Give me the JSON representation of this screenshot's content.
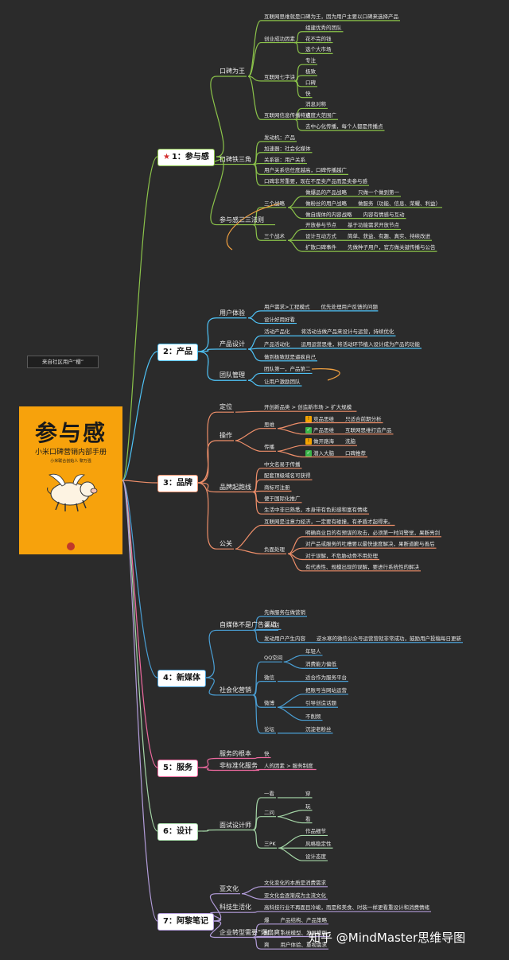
{
  "note": "来自社区用户“樱”",
  "book": {
    "title": "参与感",
    "subtitle": "小米口碑营销内部手册",
    "author": "小米联合创始人 黎万强"
  },
  "watermark": "知乎 @MindMaster思维导图",
  "colors": {
    "c1": "#8bc34a",
    "c2": "#4fc3f7",
    "c3": "#ef8f6a",
    "c4": "#4a9fd5",
    "c5": "#ef6aa0",
    "c6": "#a5d6a7",
    "c7": "#b39ddb",
    "trunk": "#9b7fc9"
  },
  "branches": [
    {
      "label": "1：参与感",
      "starred": true,
      "color_key": "c1",
      "children": [
        {
          "label": "口碑为王",
          "children": [
            {
              "label": "互联网思维就是口碑为王，因为用户主要以口碑来选择产品"
            },
            {
              "label": "创业成功因素",
              "children": [
                {
                  "label": "组建优秀的团队"
                },
                {
                  "label": "花不完的钱"
                },
                {
                  "label": "选个大市场"
                }
              ]
            },
            {
              "label": "互联网七字诀",
              "children": [
                {
                  "label": "专注"
                },
                {
                  "label": "极致"
                },
                {
                  "label": "口碑"
                },
                {
                  "label": "快"
                }
              ]
            },
            {
              "label": "互联网信息传播特点",
              "children": [
                {
                  "label": "消息对称"
                },
                {
                  "label": "速度大范围广"
                },
                {
                  "label": "去中心化传播，每个人都是传播点"
                }
              ]
            }
          ]
        },
        {
          "label": "口碑铁三角",
          "children": [
            {
              "label": "发动机：产品"
            },
            {
              "label": "加速器：社会化媒体"
            },
            {
              "label": "关系链：用户关系"
            },
            {
              "label": "用户关系信任度越高，口碑传播越广"
            },
            {
              "label": "口碑非常重要，现在不是卖产品而是卖参与感"
            }
          ]
        },
        {
          "label": "参与感三三法则",
          "starred": true,
          "children": [
            {
              "label": "三个战略",
              "children": [
                {
                  "label": "做爆品的产品战略",
                  "extra": "只做一个做到第一"
                },
                {
                  "label": "做粉丝的用户战略",
                  "extra": "做服务（功能、信息、荣耀、利益）"
                },
                {
                  "label": "做自媒体的内容战略",
                  "extra": "内容有情感与互动"
                }
              ]
            },
            {
              "label": "三个战术",
              "children": [
                {
                  "label": "开放参与节点",
                  "extra": "基于功能需求开放节点"
                },
                {
                  "label": "设计互动方式",
                  "extra": "简单、获益、有趣、真实、持续改进"
                },
                {
                  "label": "扩散口碑事件",
                  "extra": "先做种子用户，官方做关键传播与公告"
                }
              ]
            }
          ]
        }
      ]
    },
    {
      "label": "2：产品",
      "color_key": "c2",
      "children": [
        {
          "label": "用户体验",
          "children": [
            {
              "label": "用户需求>工程模式",
              "extra": "优先处理用户反馈的问题"
            },
            {
              "label": "设计好用好看"
            }
          ]
        },
        {
          "label": "产品设计",
          "children": [
            {
              "label": "活动产品化",
              "extra": "将活动当做产品来设计与运营，持续优化"
            },
            {
              "label": "产品活动化",
              "extra": "运用运营思维，将活动环节植入设计成为产品的功能"
            },
            {
              "label": "做到极致就是逼疯自己"
            }
          ]
        },
        {
          "label": "团队管理",
          "children": [
            {
              "label": "团队第一，产品第二"
            },
            {
              "label": "让用户激励团队"
            }
          ]
        }
      ]
    },
    {
      "label": "3：品牌",
      "color_key": "c3",
      "children": [
        {
          "label": "定位",
          "children": [
            {
              "label": "开创新品类 > 创造新市场 > 扩大规模"
            }
          ]
        },
        {
          "label": "操作",
          "children": [
            {
              "label": "思维",
              "children": [
                {
                  "label": "竞品思维",
                  "icon": "warning-icon",
                  "extra": "只适合前期分析"
                },
                {
                  "label": "产品思维",
                  "icon": "check-icon",
                  "extra": "互联网思维打造产品"
                }
              ]
            },
            {
              "label": "传播",
              "children": [
                {
                  "label": "做开路海",
                  "icon": "warning-icon",
                  "extra": "洗脑"
                },
                {
                  "label": "潜入大脑",
                  "icon": "check-icon",
                  "extra": "口碑推荐"
                }
              ]
            }
          ]
        },
        {
          "label": "品牌起跑线",
          "children": [
            {
              "label": "中文名易于传播"
            },
            {
              "label": "配套顶级域名可获得"
            },
            {
              "label": "商标可注册"
            },
            {
              "label": "便于国际化推广"
            },
            {
              "label": "生活中非已熟悉，本身带有色彩感和富有情绪"
            }
          ]
        },
        {
          "label": "公关",
          "children": [
            {
              "label": "互联网是注意力经济，一定要有碰撞，有矛盾才起得来。"
            },
            {
              "label": "负面处理",
              "children": [
                {
                  "label": "明确商业目的有预谋的攻击，必须第一时间警觉，果断亮剑"
                },
                {
                  "label": "对产品或服务的吐槽要以最快速度解决，果断道歉与善后"
                },
                {
                  "label": "对于误解，不危胁动骨不用处理"
                },
                {
                  "label": "有代表性、规模出现的误解，要进行系统性的解决"
                }
              ]
            }
          ]
        }
      ]
    },
    {
      "label": "4：新媒体",
      "color_key": "c4",
      "children": [
        {
          "label": "自媒体不是广告渠道",
          "children": [
            {
              "label": "先做服务在做营销"
            },
            {
              "label": "讲人话"
            },
            {
              "label": "发动用户产生内容",
              "extra": "逆水寒的微信公众号运营营就非常成功，鼓励用户投稿每日更新"
            }
          ]
        },
        {
          "label": "社会化营销",
          "children": [
            {
              "label": "QQ空间",
              "children": [
                {
                  "label": "年轻人"
                },
                {
                  "label": "消费能力偏低"
                }
              ]
            },
            {
              "label": "微信",
              "children": [
                {
                  "label": "适合作为服务平台"
                }
              ]
            },
            {
              "label": "微博",
              "children": [
                {
                  "label": "把账号当网站运营"
                },
                {
                  "label": "引导创造话题"
                },
                {
                  "label": "不削频"
                }
              ]
            },
            {
              "label": "论坛",
              "children": [
                {
                  "label": "沉淀老粉丝"
                }
              ]
            }
          ]
        }
      ]
    },
    {
      "label": "5：服务",
      "color_key": "c5",
      "children": [
        {
          "label": "服务的根本",
          "children": [
            {
              "label": "快"
            }
          ]
        },
        {
          "label": "非标准化服务",
          "children": [
            {
              "label": "人的因素 > 服务制度"
            }
          ]
        }
      ]
    },
    {
      "label": "6：设计",
      "color_key": "c6",
      "children": [
        {
          "label": "面试设计师",
          "children": [
            {
              "label": "一看",
              "children": [
                {
                  "label": "穿"
                }
              ]
            },
            {
              "label": "二问",
              "children": [
                {
                  "label": "玩"
                },
                {
                  "label": "看"
                }
              ]
            },
            {
              "label": "三PK",
              "children": [
                {
                  "label": "作品细节"
                },
                {
                  "label": "风格稳定性"
                },
                {
                  "label": "设计态度"
                }
              ]
            }
          ]
        }
      ]
    },
    {
      "label": "7：阿黎笔记",
      "color_key": "c7",
      "children": [
        {
          "label": "亚文化",
          "children": [
            {
              "label": "文化变化的本质是消费需求"
            },
            {
              "label": "亚文化会逐渐成为主流文化"
            }
          ]
        },
        {
          "label": "科技生活化",
          "children": [
            {
              "label": "高科技行业不再面目冷峻，而是和美食、时装一样更看重设计和消费情绪"
            }
          ]
        },
        {
          "label": "企业转型需要“爆扇爽”",
          "children": [
            {
              "label": "爆",
              "extra": "产品结构、产品策略"
            },
            {
              "label": "扇",
              "extra": "系统模型、发展模型"
            },
            {
              "label": "爽",
              "extra": "用户体验、重视需求"
            }
          ]
        }
      ]
    }
  ]
}
